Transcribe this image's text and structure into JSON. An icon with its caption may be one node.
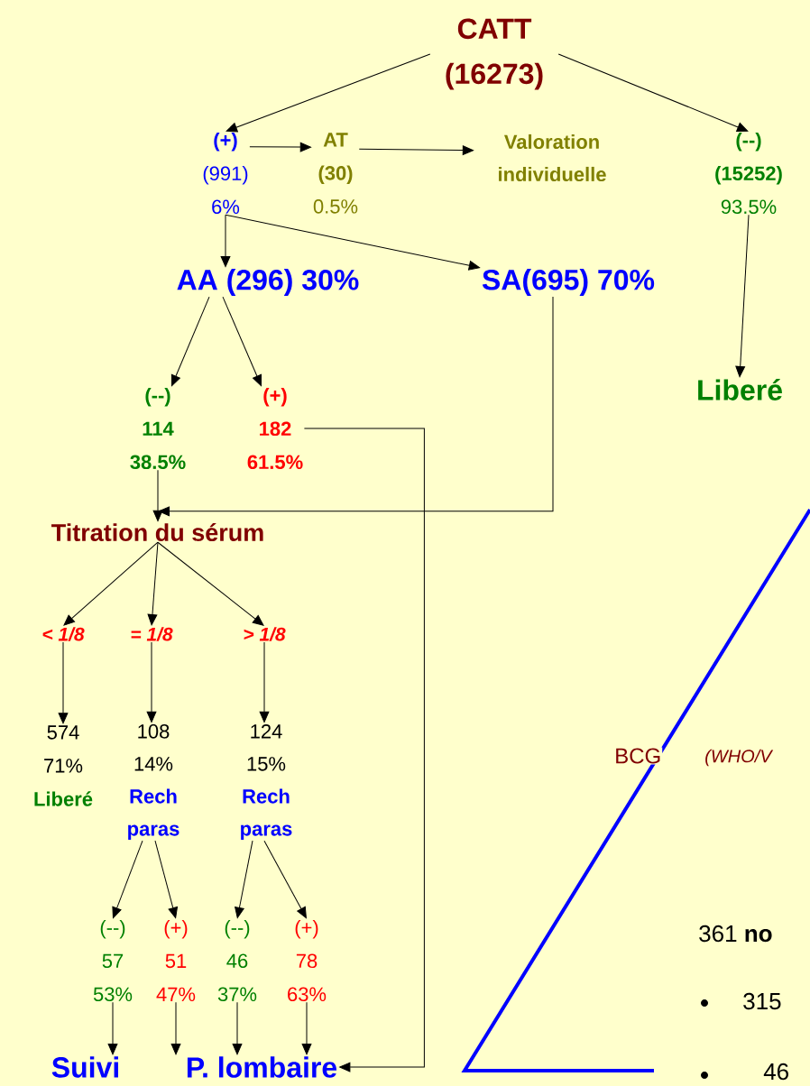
{
  "diagram": {
    "nodes": [
      {
        "text": [
          "CATT (16273)"
        ]
      },
      {
        "text": [
          "(+)",
          "(991)",
          "6%"
        ]
      },
      {
        "text": [
          "AT",
          "(30)",
          "0.5%"
        ]
      },
      {
        "text": [
          "Valoration individuelle"
        ]
      },
      {
        "text": [
          "(--)",
          "(15252)",
          "93.5%"
        ]
      },
      {
        "text": [
          "AA (296) 30%"
        ]
      },
      {
        "text": [
          "SA(695) 70%"
        ]
      },
      {
        "text": [
          "Liberé"
        ]
      },
      {
        "text": [
          "(--)",
          "114",
          "38.5%"
        ]
      },
      {
        "text": [
          "(+)",
          "182",
          "61.5%"
        ]
      },
      {
        "text": [
          "Titration du sérum"
        ]
      },
      {
        "text": [
          "< 1/8"
        ]
      },
      {
        "text": [
          "= 1/8"
        ]
      },
      {
        "text": [
          "> 1/8"
        ]
      },
      {
        "text": [
          "574",
          "71%",
          "Liberé"
        ]
      },
      {
        "text": [
          "108",
          "14%",
          "Rech paras"
        ]
      },
      {
        "text": [
          "124",
          "15%",
          "Rech paras"
        ]
      },
      {
        "text": [
          "(--)",
          "57",
          "53%"
        ]
      },
      {
        "text": [
          "(+)",
          "51",
          "47%"
        ]
      },
      {
        "text": [
          "(--)",
          "46",
          "37%"
        ]
      },
      {
        "text": [
          "(+)",
          "78",
          "63%"
        ]
      },
      {
        "text": [
          "Suivi"
        ]
      },
      {
        "text": [
          "P. lombaire"
        ]
      }
    ],
    "edges": [
      {
        "from": 0,
        "to": 1,
        "arrow": "to"
      },
      {
        "from": 0,
        "to": 4,
        "arrow": "to"
      },
      {
        "from": 1,
        "to": 2,
        "arrow": "to"
      },
      {
        "from": 2,
        "to": 3,
        "arrow": "to"
      },
      {
        "from": 1,
        "to": 5,
        "arrow": "to"
      },
      {
        "from": 1,
        "to": 6,
        "arrow": "to"
      },
      {
        "from": 5,
        "to": 8,
        "arrow": "to"
      },
      {
        "from": 5,
        "to": 9,
        "arrow": "to"
      },
      {
        "from": 4,
        "to": 7,
        "arrow": "to"
      },
      {
        "from": 8,
        "to": 10,
        "arrow": "to"
      },
      {
        "from": 6,
        "to": 10,
        "arrow": "to"
      },
      {
        "from": 9,
        "to": 22,
        "arrow": "to"
      },
      {
        "from": 10,
        "to": 11,
        "arrow": "to"
      },
      {
        "from": 10,
        "to": 12,
        "arrow": "to"
      },
      {
        "from": 10,
        "to": 13,
        "arrow": "to"
      },
      {
        "from": 11,
        "to": 14,
        "arrow": "to"
      },
      {
        "from": 12,
        "to": 15,
        "arrow": "to"
      },
      {
        "from": 13,
        "to": 16,
        "arrow": "to"
      },
      {
        "from": 15,
        "to": 17,
        "arrow": "to"
      },
      {
        "from": 15,
        "to": 18,
        "arrow": "to"
      },
      {
        "from": 16,
        "to": 19,
        "arrow": "to"
      },
      {
        "from": 16,
        "to": 20,
        "arrow": "to"
      },
      {
        "from": 17,
        "to": 21,
        "arrow": "to"
      },
      {
        "from": 18,
        "to": 22,
        "arrow": "to"
      },
      {
        "from": 19,
        "to": 22,
        "arrow": "to"
      },
      {
        "from": 20,
        "to": 22,
        "arrow": "to"
      }
    ],
    "labels": [
      "BCG",
      "(WHO/V",
      "361 **no**",
      "315",
      "46"
    ]
  }
}
